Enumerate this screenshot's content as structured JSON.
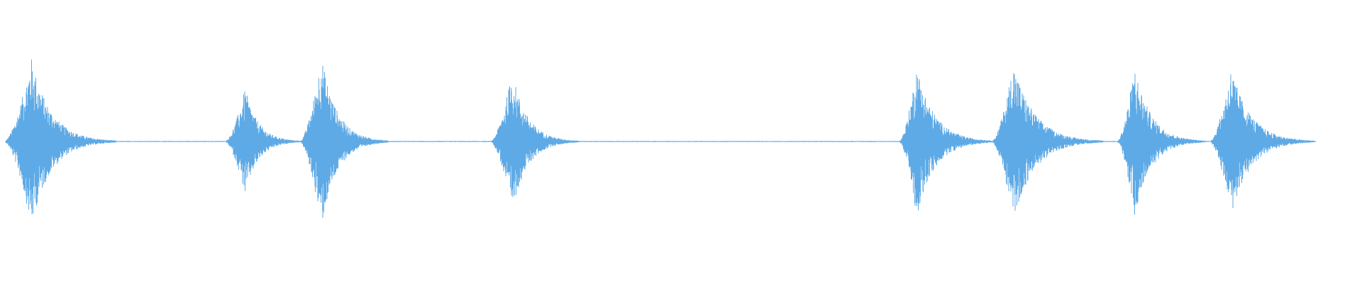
{
  "waveform": {
    "color": "#5eaae6",
    "baseline_color": "#5eaae6",
    "bursts": [
      {
        "start": 0.003,
        "peak": 0.023,
        "end": 0.085,
        "amplitude": 0.98
      },
      {
        "start": 0.165,
        "peak": 0.18,
        "end": 0.222,
        "amplitude": 0.62
      },
      {
        "start": 0.22,
        "peak": 0.236,
        "end": 0.285,
        "amplitude": 1.0
      },
      {
        "start": 0.36,
        "peak": 0.376,
        "end": 0.425,
        "amplitude": 0.81
      },
      {
        "start": 0.66,
        "peak": 0.673,
        "end": 0.73,
        "amplitude": 0.88
      },
      {
        "start": 0.728,
        "peak": 0.744,
        "end": 0.81,
        "amplitude": 0.92
      },
      {
        "start": 0.82,
        "peak": 0.833,
        "end": 0.885,
        "amplitude": 0.88
      },
      {
        "start": 0.888,
        "peak": 0.904,
        "end": 0.965,
        "amplitude": 0.86
      }
    ],
    "noise_floor": 0.006,
    "extent": [
      0.004,
      0.966
    ]
  }
}
